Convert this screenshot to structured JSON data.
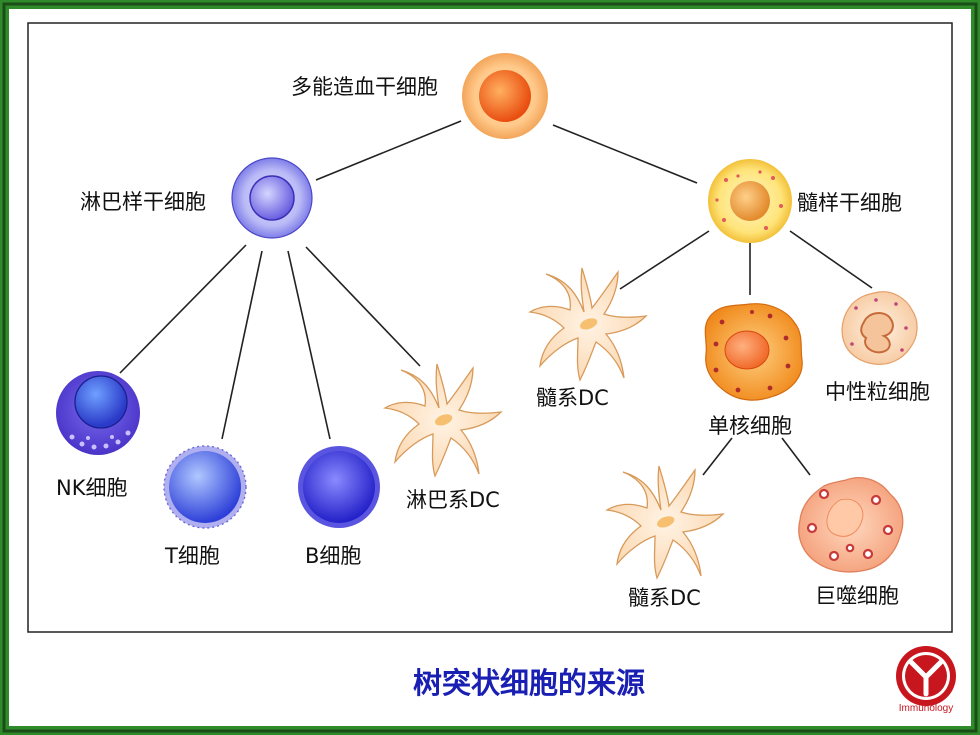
{
  "nodes": {
    "hsc": "多能造血干细胞",
    "lymphoid_stem": "淋巴样干细胞",
    "myeloid_stem": "髓样干细胞",
    "nk": "NK细胞",
    "t_cell": "T细胞",
    "b_cell": "B细胞",
    "lymphoid_dc": "淋巴系DC",
    "myeloid_dc_1": "髓系DC",
    "monocyte": "单核细胞",
    "neutrophil": "中性粒细胞",
    "myeloid_dc_2": "髓系DC",
    "macrophage": "巨噬细胞"
  },
  "caption": "树突状细胞的来源",
  "logo": {
    "text": "Immunology",
    "color": "#c8161e"
  },
  "colors": {
    "frame_green": "#2f8a2a",
    "frame_dark": "#1b4d18",
    "caption": "#1a1fb4"
  }
}
